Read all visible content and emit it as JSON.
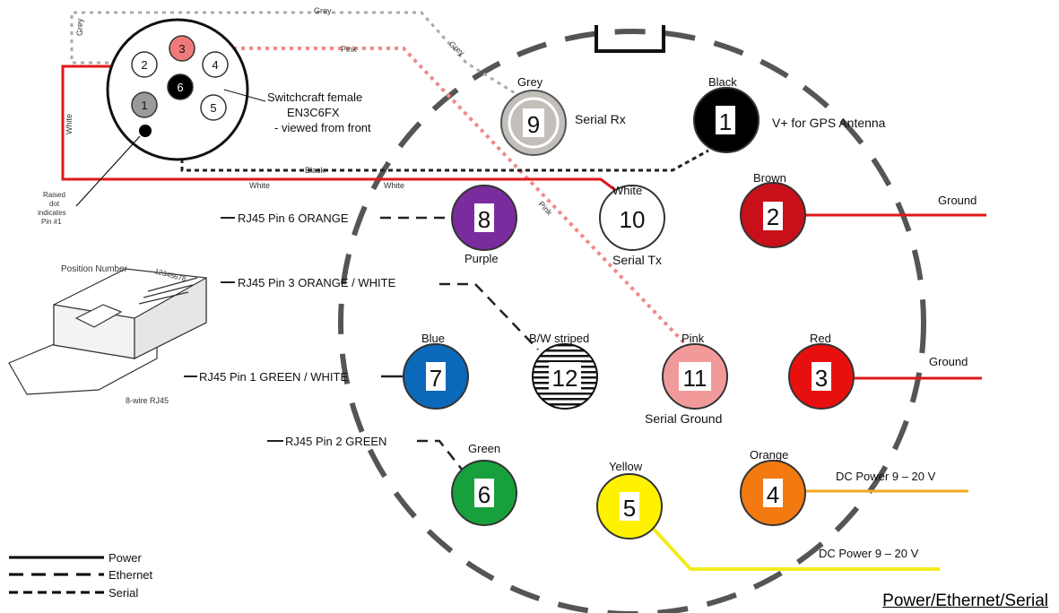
{
  "connector": {
    "title": "Switchcraft female",
    "model": "EN3C6FX",
    "view": "- viewed from front",
    "pins": [
      "1",
      "2",
      "3",
      "4",
      "5",
      "6"
    ],
    "note": [
      "Raised",
      "dot",
      "indicates",
      "Pin #1"
    ],
    "wire_labels": {
      "grey": "Grey",
      "pink": "Pink",
      "white": "White",
      "black": "Black"
    }
  },
  "rj45": {
    "position_label": "Position Number",
    "position_digits": "12345678",
    "caption": "8-wire RJ45",
    "pin6": "RJ45 Pin 6 ORANGE",
    "pin3": "RJ45 Pin 3 ORANGE / WHITE",
    "pin1": "RJ45 Pin 1 GREEN / WHITE",
    "pin2": "RJ45 Pin 2 GREEN"
  },
  "pins": [
    {
      "num": "9",
      "color": "Grey",
      "fill": "#c2bfbb",
      "function": "Serial Rx"
    },
    {
      "num": "1",
      "color": "Black",
      "fill": "#000000",
      "function": "V+ for GPS Antenna"
    },
    {
      "num": "2",
      "color": "Brown",
      "fill": "#c8101a",
      "function": "Ground"
    },
    {
      "num": "10",
      "color": "White",
      "fill": "#ffffff",
      "function": "Serial Tx"
    },
    {
      "num": "8",
      "color": "Purple",
      "fill": "#7a2c9e",
      "function": ""
    },
    {
      "num": "7",
      "color": "Blue",
      "fill": "#0c68b8",
      "function": ""
    },
    {
      "num": "12",
      "color": "B/W striped",
      "fill": "#ffffff",
      "function": ""
    },
    {
      "num": "11",
      "color": "Pink",
      "fill": "#f29a9a",
      "function": "Serial Ground"
    },
    {
      "num": "3",
      "color": "Red",
      "fill": "#e8100f",
      "function": "Ground"
    },
    {
      "num": "6",
      "color": "Green",
      "fill": "#17a03c",
      "function": ""
    },
    {
      "num": "5",
      "color": "Yellow",
      "fill": "#fff200",
      "function": ""
    },
    {
      "num": "4",
      "color": "Orange",
      "fill": "#f37a10",
      "function": ""
    }
  ],
  "power_labels": {
    "pin4": "DC Power 9 – 20 V",
    "pin5": "DC Power 9 – 20 V"
  },
  "legend": [
    {
      "label": "Power",
      "style": "solid"
    },
    {
      "label": "Ethernet",
      "style": "dashed"
    },
    {
      "label": "Serial",
      "style": "dotted"
    }
  ],
  "footer": "Power/Ethernet/Serial"
}
